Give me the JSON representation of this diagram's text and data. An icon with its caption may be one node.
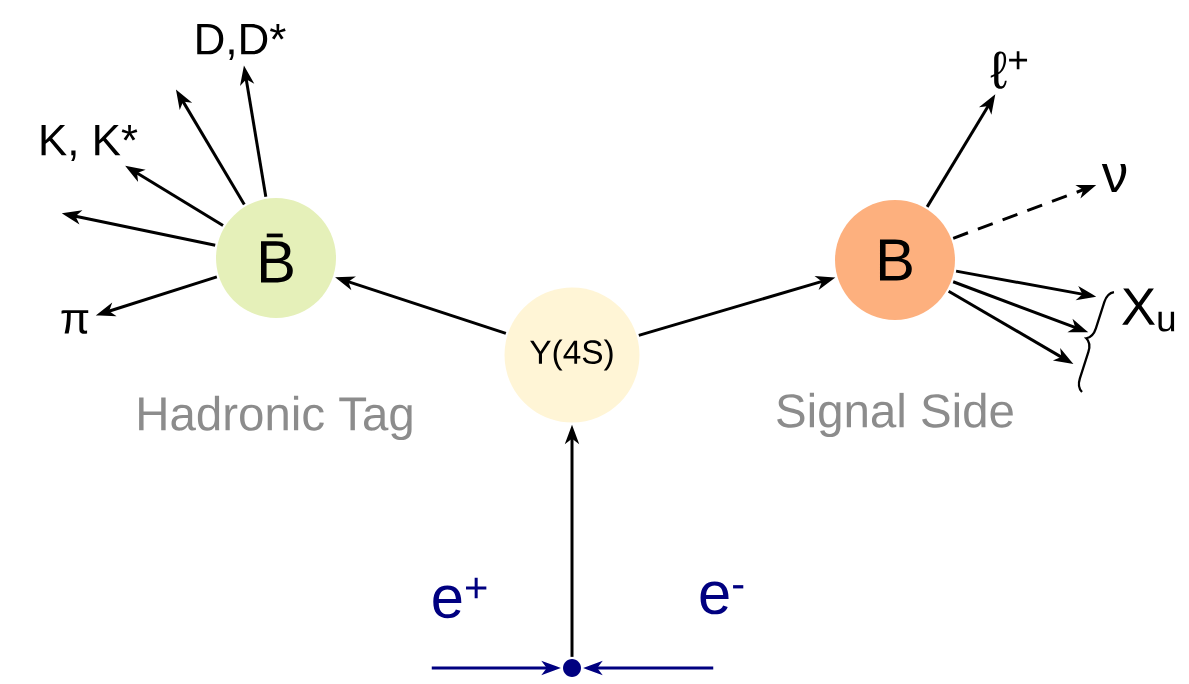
{
  "diagram": {
    "nodes": [
      {
        "text": [
          "D,D*"
        ]
      },
      {
        "text": [
          "K, K*"
        ]
      },
      {
        "text": [
          "ℓ$^{+}$"
        ]
      },
      {
        "text": [
          "ν"
        ]
      },
      {
        "text": [
          "B̄"
        ],
        "beside": [
          "Hadronic Tag"
        ]
      },
      {
        "text": [
          "B"
        ],
        "beside": [
          "Signal Side"
        ]
      },
      {
        "text": [
          "π"
        ]
      },
      {
        "text": [
          "Υ(4S)"
        ]
      },
      {
        "text": [],
        "shape": "circle"
      },
      {
        "text": [
          "X$_{u}$"
        ]
      }
    ],
    "edges": [
      {
        "from": 7,
        "to": 4,
        "arrow": "to"
      },
      {
        "from": 7,
        "to": 5,
        "arrow": "to"
      },
      {
        "from": 8,
        "to": 7,
        "arrow": "to"
      },
      {
        "from": null,
        "to": 8,
        "arrow": "to",
        "color": "#000080"
      },
      {
        "from": null,
        "to": 8,
        "arrow": "to",
        "color": "#000080"
      },
      {
        "from": 4,
        "to": 0,
        "arrow": "to"
      },
      {
        "from": 4,
        "to": null,
        "arrow": "to"
      },
      {
        "from": 4,
        "to": 1,
        "arrow": "to"
      },
      {
        "from": 4,
        "to": null,
        "arrow": "to"
      },
      {
        "from": 4,
        "to": 6,
        "arrow": "to"
      },
      {
        "from": 5,
        "to": 2,
        "arrow": "to"
      },
      {
        "from": 5,
        "to": 3,
        "arrow": "to",
        "style": "dashed"
      },
      {
        "from": 5,
        "to": 9,
        "arrow": "to"
      },
      {
        "from": 5,
        "to": 9,
        "arrow": "to"
      },
      {
        "from": 5,
        "to": 9,
        "arrow": "to"
      }
    ],
    "labels": [
      "e$^{+}$",
      "e$^{-}$"
    ]
  }
}
